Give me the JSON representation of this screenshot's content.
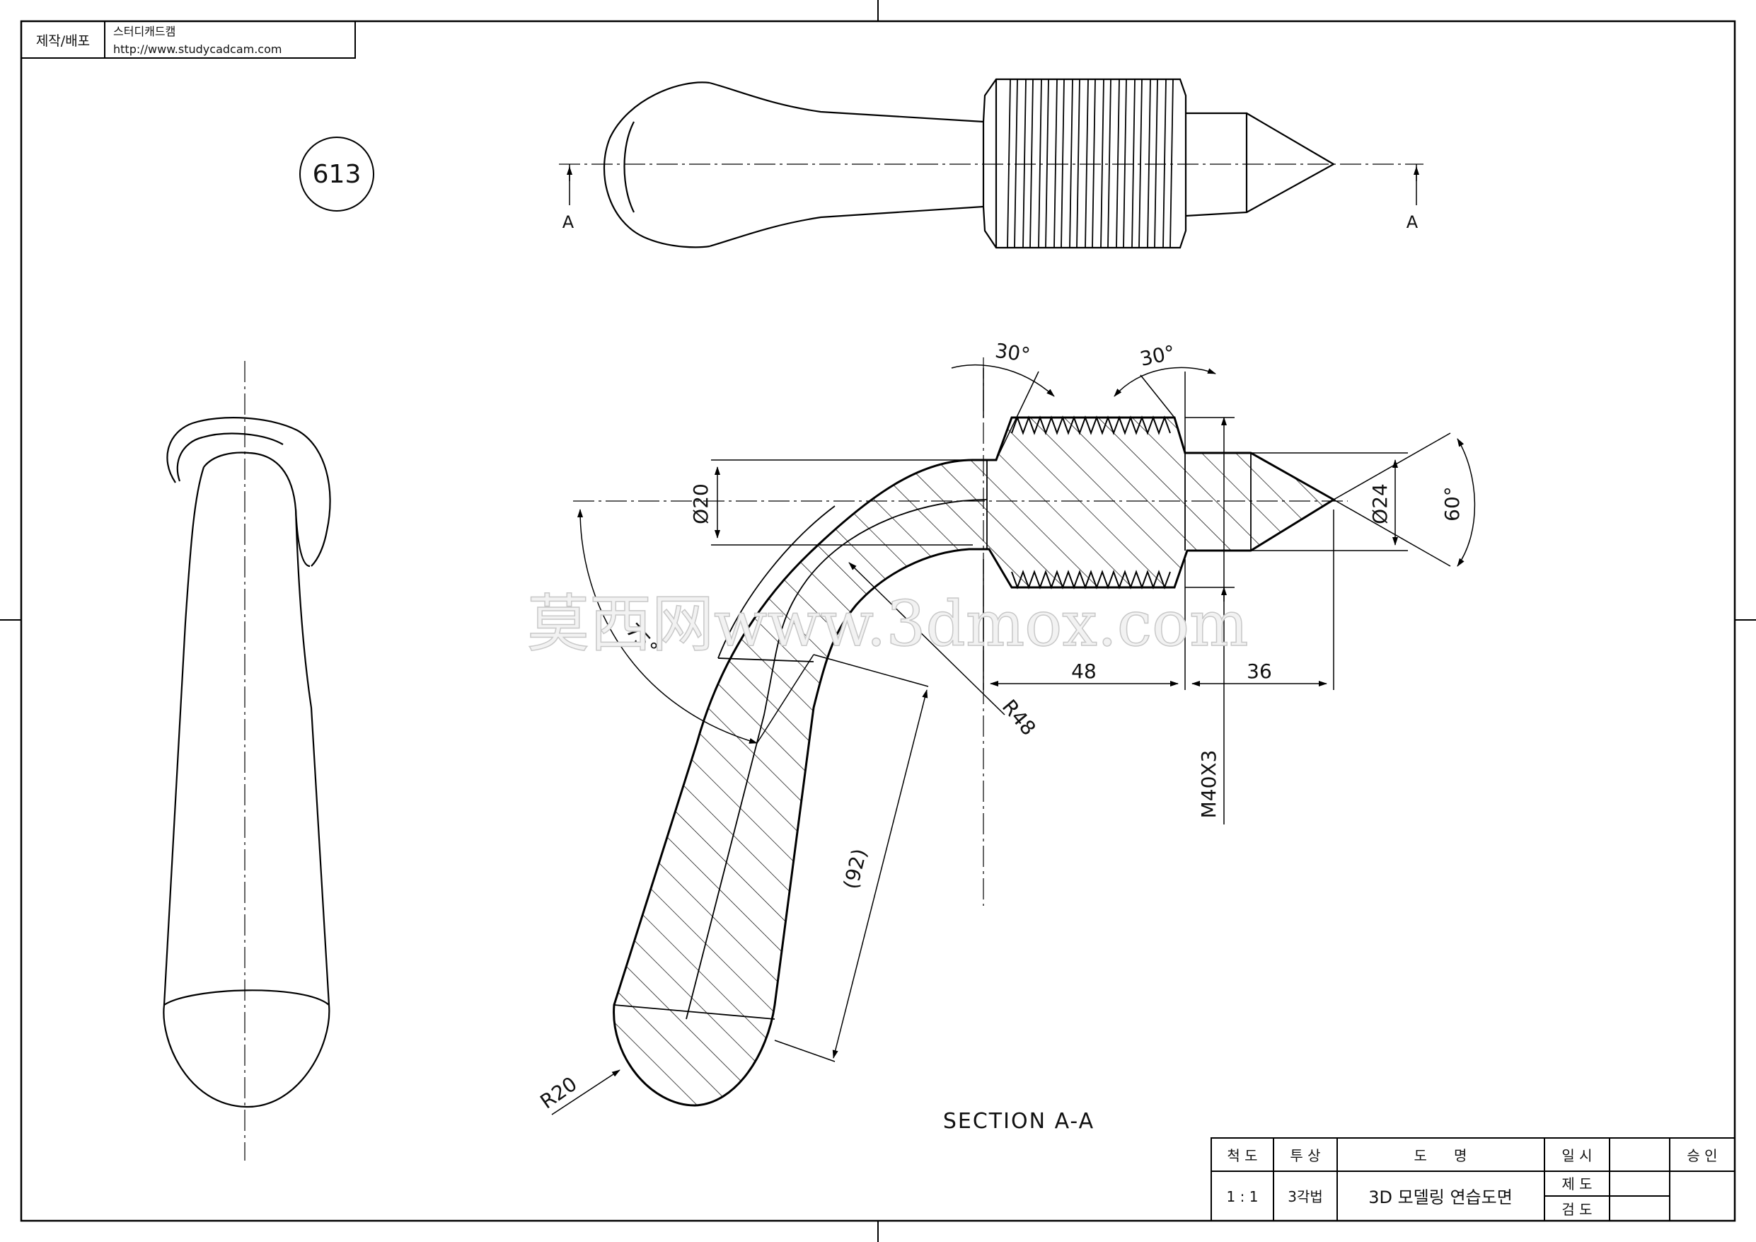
{
  "header": {
    "label": "제작/배포",
    "company": "스터디캐드캠",
    "url": "http://www.studycadcam.com"
  },
  "drawing_number": "613",
  "section_marks": {
    "left": "A",
    "right": "A"
  },
  "dimensions": {
    "angle_30_left": "30°",
    "angle_30_right": "30°",
    "angle_60": "60°",
    "angle_75": "75°",
    "dia_20": "Ø20",
    "dia_24": "Ø24",
    "len_48": "48",
    "len_36": "36",
    "radius_48": "R48",
    "radius_20": "R20",
    "len_92": "(92)",
    "thread": "M40X3"
  },
  "section_label": "SECTION A-A",
  "watermark": "莫西网www.3dmox.com",
  "title_block": {
    "scale_header": "척 도",
    "projection_header": "투 상",
    "name_header": "도      명",
    "date_header": "일 시",
    "approval_header": "승 인",
    "scale_value": "1 : 1",
    "projection_value": "3각법",
    "drawing_name": "3D 모델링 연습도면",
    "drafted_label": "제 도",
    "checked_label": "검 도"
  }
}
